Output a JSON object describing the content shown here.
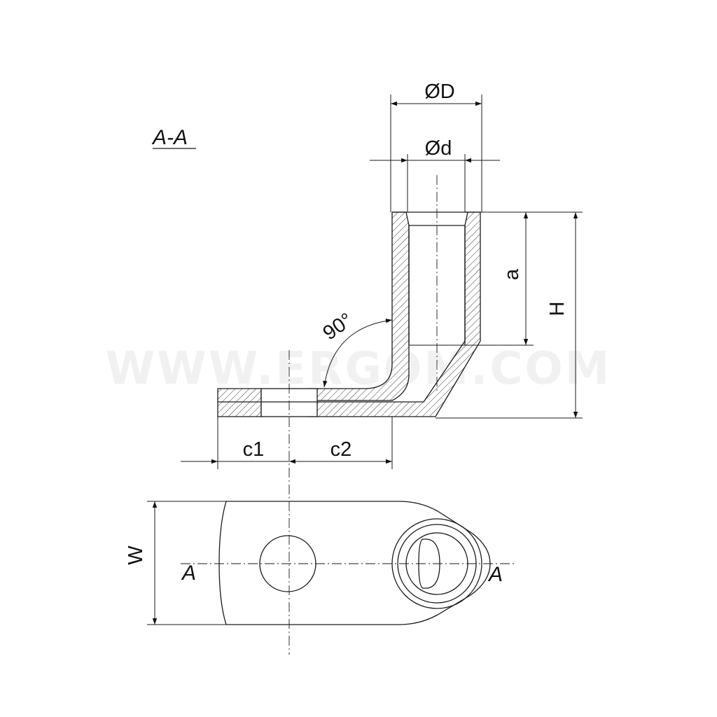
{
  "section_label": "A-A",
  "dimensions": {
    "outer_diameter": "ØD",
    "inner_diameter": "Ød",
    "depth": "a",
    "height": "H",
    "angle": "90°",
    "c1": "c1",
    "c2": "c2",
    "width": "W"
  },
  "section_marks": {
    "left": "A",
    "right": "A"
  },
  "watermark": "WWW.ERGOM.COM"
}
